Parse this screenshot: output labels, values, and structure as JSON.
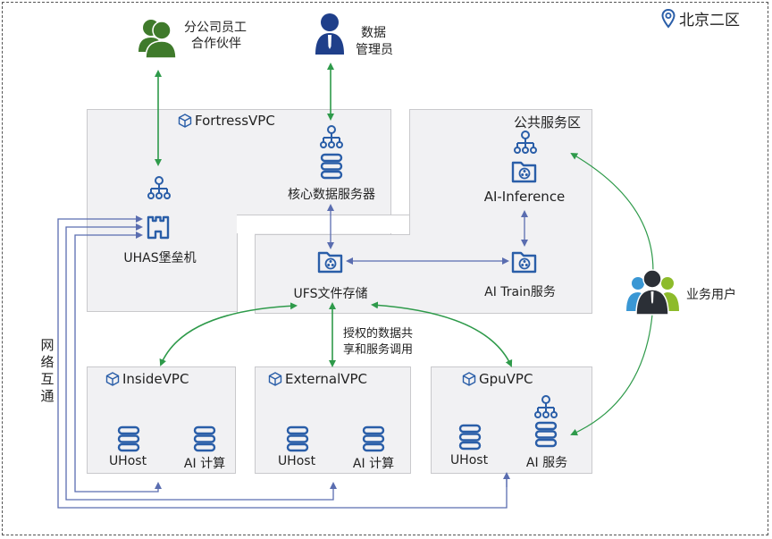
{
  "region_label": "北京二区",
  "colors": {
    "blue_icon": "#2a5ea8",
    "green_link": "#2e9a4a",
    "blue_link": "#5a6db0",
    "region_fill": "#f1f1f3",
    "partner_green": "#3f7a2b",
    "admin_navy": "#1f3f8a"
  },
  "actors": {
    "partners": {
      "line1": "分公司员工",
      "line2": "合作伙伴"
    },
    "admin": {
      "line1": "数据",
      "line2": "管理员"
    },
    "business_users": {
      "label": "业务用户"
    }
  },
  "zones": {
    "fortress": {
      "title": "FortressVPC",
      "nodes": {
        "uhas": "UHAS堡垒机",
        "core_db": "核心数据服务器"
      }
    },
    "public": {
      "title": "公共服务区",
      "nodes": {
        "inference": "AI-Inference",
        "train": "AI Train服务",
        "ufs": "UFS文件存储"
      }
    },
    "inside": {
      "title": "InsideVPC",
      "nodes": {
        "uhost": "UHost",
        "ai": "AI 计算"
      }
    },
    "external": {
      "title": "ExternalVPC",
      "nodes": {
        "uhost": "UHost",
        "ai": "AI 计算"
      }
    },
    "gpu": {
      "title": "GpuVPC",
      "nodes": {
        "uhost": "UHost",
        "ai": "AI 服务"
      }
    }
  },
  "annotations": {
    "share": {
      "line1": "授权的数据共",
      "line2": "享和服务调用"
    },
    "network": "网络互通"
  }
}
